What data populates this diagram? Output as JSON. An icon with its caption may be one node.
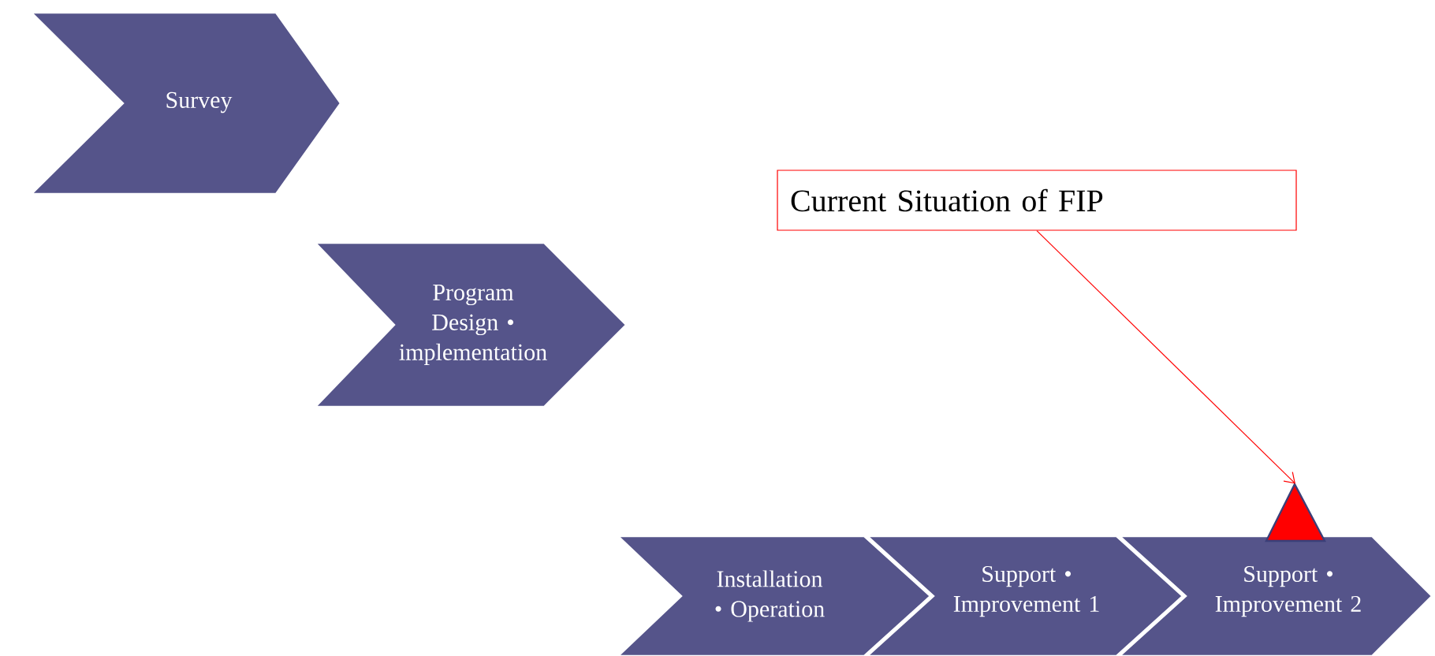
{
  "diagram": {
    "nodes": [
      {
        "text": [
          "Survey"
        ]
      },
      {
        "text": [
          "Program Design • implementation"
        ]
      },
      {
        "text": [
          "Installation • Operation"
        ]
      },
      {
        "text": [
          "Support • Improvement 1"
        ]
      },
      {
        "text": [
          "Support • Improvement 2"
        ]
      },
      {
        "text": [
          "Current Situation of FIP"
        ]
      },
      {
        "text": [],
        "shape": "triangle"
      }
    ],
    "edges": [
      {
        "from": 5,
        "to": 6,
        "arrow": "to",
        "color": "#ff0000"
      }
    ]
  }
}
